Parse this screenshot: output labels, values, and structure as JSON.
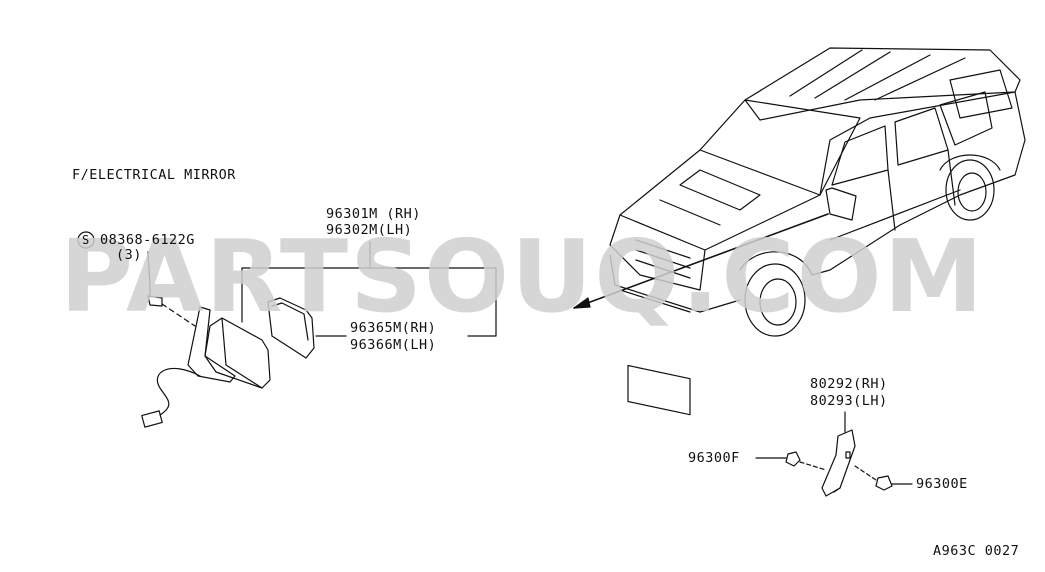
{
  "diagram": {
    "title": "F/ELECTRICAL MIRROR",
    "watermark": "PARTSOUQ.COM",
    "drawing_code": "A963C 0027",
    "screw": {
      "symbol": "S",
      "part": "08368-6122G",
      "qty": "(3)"
    },
    "mirror_assembly": {
      "rh": "96301M (RH)",
      "lh": "96302M(LH)"
    },
    "mirror_glass": {
      "rh": "96365M(RH)",
      "lh": "96366M(LH)"
    },
    "bracket": {
      "rh": "80292(RH)",
      "lh": "80293(LH)"
    },
    "clip_left": "96300F",
    "clip_right": "96300E"
  }
}
